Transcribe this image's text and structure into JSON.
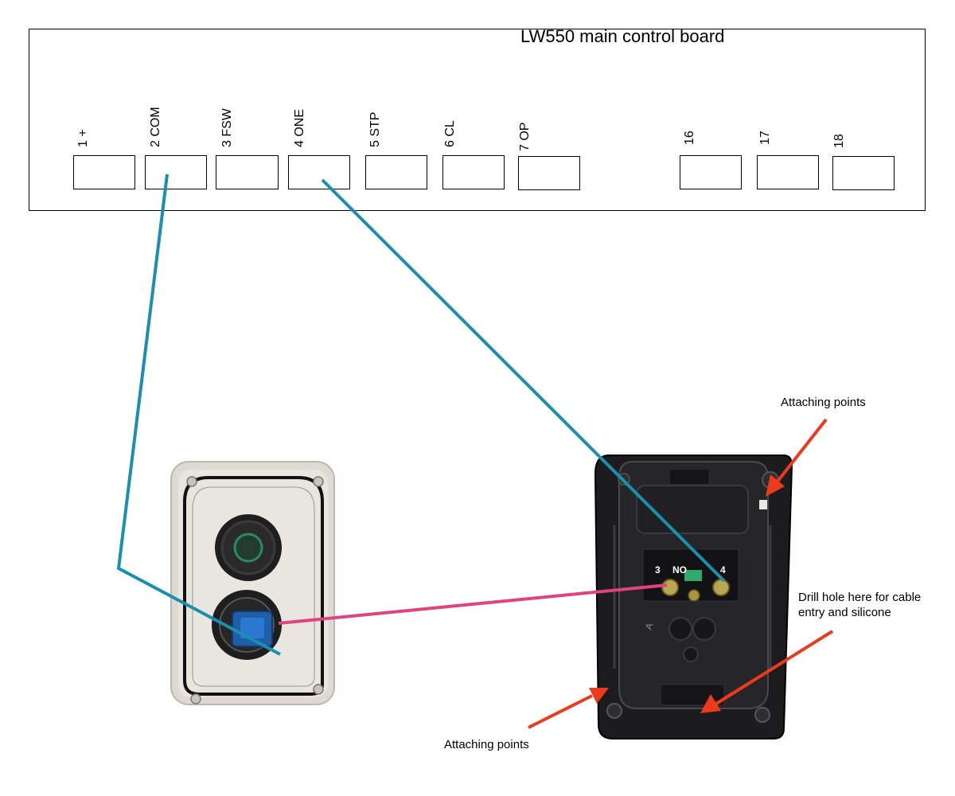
{
  "board": {
    "title": "LW550 main control board",
    "terminals": [
      {
        "label": "1  +"
      },
      {
        "label": "2  COM"
      },
      {
        "label": "3  FSW"
      },
      {
        "label": "4 ONE"
      },
      {
        "label": "5 STP"
      },
      {
        "label": "6 CL"
      },
      {
        "label": "7 OP"
      },
      {
        "label": "16"
      },
      {
        "label": "17"
      },
      {
        "label": "18"
      }
    ]
  },
  "switch": {
    "terminal_left": "3",
    "terminal_mid": "NO",
    "terminal_right": "4",
    "side_mark": "A"
  },
  "annotations": {
    "attaching_top": "Attaching points",
    "attaching_bottom": "Attaching points",
    "drill_hole": "Drill hole here for cable entry and silicone"
  },
  "colors": {
    "wire_blue": "#1a8fb0",
    "wire_pink": "#e0447e",
    "arrow_red": "#ee3a1c",
    "enclosure_light": "#dedad2",
    "enclosure_dark": "#1c1c1e"
  }
}
